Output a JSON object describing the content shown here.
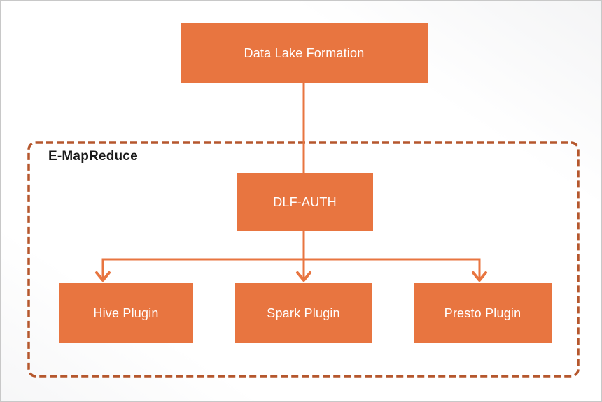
{
  "diagram": {
    "title_box": {
      "label": "Data Lake Formation"
    },
    "container": {
      "label": "E-MapReduce"
    },
    "auth_box": {
      "label": "DLF-AUTH"
    },
    "plugins": [
      {
        "label": "Hive Plugin"
      },
      {
        "label": "Spark Plugin"
      },
      {
        "label": "Presto Plugin"
      }
    ]
  },
  "colors": {
    "node-fill": "#e87540",
    "node-text": "#ffffff",
    "connector": "#e87540",
    "container-border": "#b5572d",
    "container-label": "#1a1a1a",
    "page-border": "#c8c8c8",
    "page-bg": "#ffffff"
  }
}
